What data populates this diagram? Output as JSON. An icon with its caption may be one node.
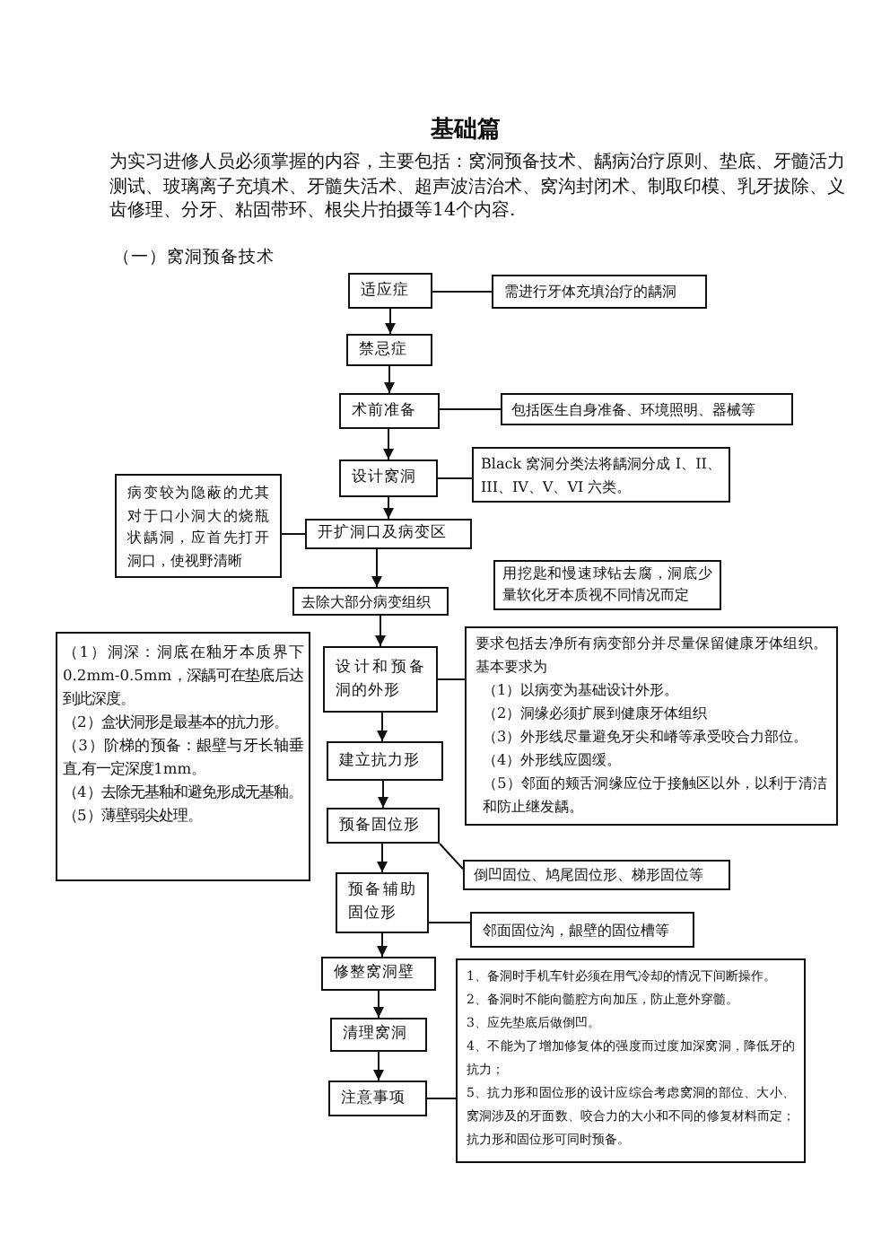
{
  "diagram": {
    "title": "基础篇",
    "labels": [
      "为实习进修人员必须掌握的内容，主要包括：窝洞预备技术、龋病治疗原则、垫底、牙髓活力测试、玻璃离子充填术、牙髓失活术、超声波洁治术、窝沟封闭术、制取印模、乳牙拔除、义齿修理、分牙、粘固带环、根尖片拍摄等14个内容.",
      "（一）窝洞预备技术"
    ],
    "nodes": [
      {
        "text": [
          "适应症"
        ]
      },
      {
        "text": [
          "需进行牙体充填治疗的龋洞"
        ]
      },
      {
        "text": [
          "禁忌症"
        ]
      },
      {
        "text": [
          "术前准备"
        ]
      },
      {
        "text": [
          "包括医生自身准备、环境照明、器械等"
        ]
      },
      {
        "text": [
          "设计窝洞"
        ]
      },
      {
        "text": [
          "Black 窝洞分类法将龋洞分成 I、II、III、IV、V、VI 六类。"
        ]
      },
      {
        "text": [
          "病变较为隐蔽的尤其对于口小洞大的烧瓶状龋洞，应首先打开洞口，使视野清晰"
        ]
      },
      {
        "text": [
          "开扩洞口及病变区"
        ]
      },
      {
        "text": [
          "用挖匙和慢速球钻去腐，洞底少量软化牙本质视不同情况而定"
        ]
      },
      {
        "text": [
          "去除大部分病变组织"
        ]
      },
      {
        "text": [
          "（1）洞深：洞底在釉牙本质界下0.2mm-0.5mm，深龋可在垫底后达到此深度。",
          "（2）盒状洞形是最基本的抗力形。",
          "（3）阶梯的预备：龈壁与牙长轴垂直,有一定深度1mm。",
          "（4）去除无基釉和避免形成无基釉。",
          "（5）薄壁弱尖处理。"
        ]
      },
      {
        "text": [
          "设计和预备洞的外形"
        ]
      },
      {
        "text": [
          "要求包括去净所有病变部分并尽量保留健康牙体组织。基本要求为",
          "（1）以病变为基础设计外形。",
          "（2）洞缘必须扩展到健康牙体组织",
          "（3）外形线尽量避免牙尖和嵴等承受咬合力部位。",
          "（4）外形线应圆缓。",
          "（5）邻面的颊舌洞缘应位于接触区以外，以利于清洁和防止继发龋。"
        ]
      },
      {
        "text": [
          "建立抗力形"
        ]
      },
      {
        "text": [
          "预备固位形"
        ]
      },
      {
        "text": [
          "倒凹固位、鸠尾固位形、梯形固位等"
        ]
      },
      {
        "text": [
          "预备辅助固位形"
        ]
      },
      {
        "text": [
          "邻面固位沟，龈壁的固位槽等"
        ]
      },
      {
        "text": [
          "修整窝洞壁"
        ]
      },
      {
        "text": [
          "清理窝洞"
        ]
      },
      {
        "text": [
          "注意事项"
        ]
      },
      {
        "text": [
          "1、备洞时手机车针必须在用气冷却的情况下间断操作。",
          "2、备洞时不能向髓腔方向加压，防止意外穿髓。",
          "3、应先垫底后做倒凹。",
          "4、不能为了增加修复体的强度而过度加深窝洞，降低牙的抗力；",
          "5、抗力形和固位形的设计应综合考虑窝洞的部位、大小、窝洞涉及的牙面数、咬合力的大小和不同的修复材料而定；抗力形和固位形可同时预备。"
        ]
      }
    ],
    "edges": [
      {
        "from": 0,
        "to": 2,
        "arrow": "to"
      },
      {
        "from": 2,
        "to": 3,
        "arrow": "to"
      },
      {
        "from": 3,
        "to": 5,
        "arrow": "to"
      },
      {
        "from": 5,
        "to": 8,
        "arrow": "to"
      },
      {
        "from": 8,
        "to": 10,
        "arrow": "to"
      },
      {
        "from": 10,
        "to": 12,
        "arrow": "to"
      },
      {
        "from": 12,
        "to": 14,
        "arrow": "to"
      },
      {
        "from": 14,
        "to": 15,
        "arrow": "to"
      },
      {
        "from": 15,
        "to": 17,
        "arrow": "to"
      },
      {
        "from": 17,
        "to": 19,
        "arrow": "to"
      },
      {
        "from": 19,
        "to": 20,
        "arrow": "to"
      },
      {
        "from": 20,
        "to": 21,
        "arrow": "to"
      },
      {
        "from": 0,
        "to": 1,
        "arrow": "none"
      },
      {
        "from": 3,
        "to": 4,
        "arrow": "none"
      },
      {
        "from": 5,
        "to": 6,
        "arrow": "none"
      },
      {
        "from": 8,
        "to": 7,
        "arrow": "none"
      },
      {
        "from": 12,
        "to": 13,
        "arrow": "none"
      },
      {
        "from": 15,
        "to": 16,
        "arrow": "none"
      },
      {
        "from": 17,
        "to": 18,
        "arrow": "none"
      },
      {
        "from": 21,
        "to": 22,
        "arrow": "none"
      }
    ]
  }
}
